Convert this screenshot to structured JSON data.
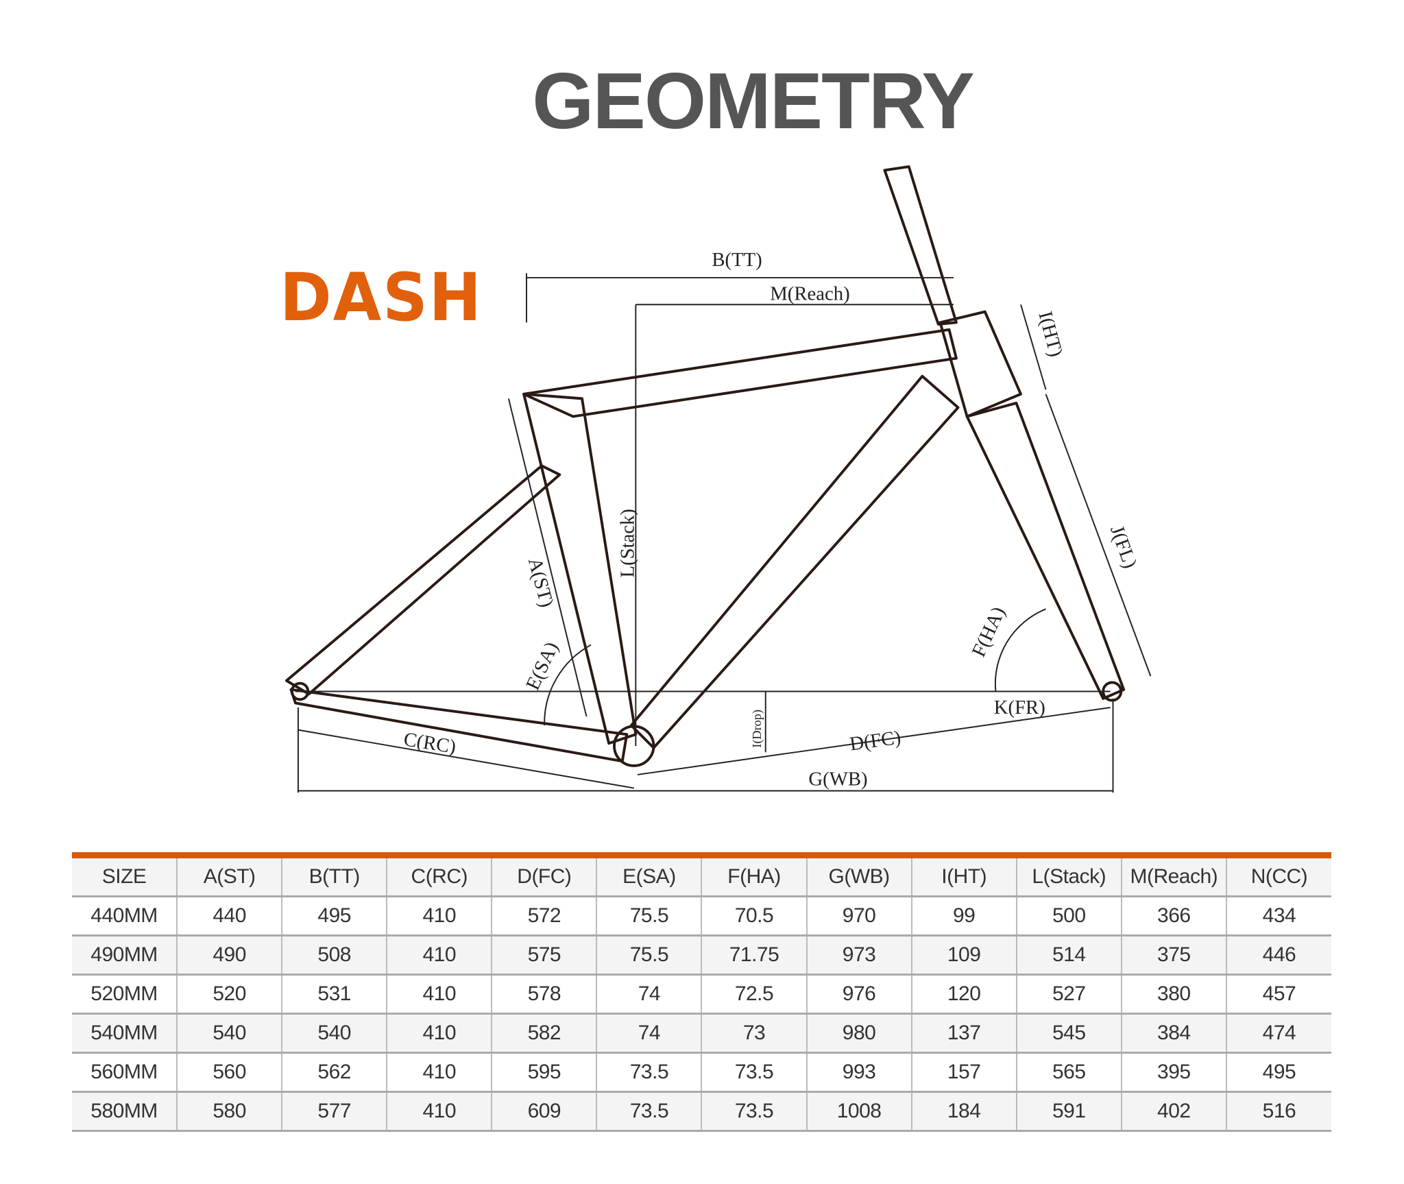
{
  "title": "GEOMETRY",
  "brand": "DASH",
  "colors": {
    "brand": "#e1600c",
    "title": "#555555",
    "rule": "#d65a08"
  },
  "diagram_labels": {
    "tt": "B(TT)",
    "reach": "M(Reach)",
    "stack": "L(Stack)",
    "st": "A(ST)",
    "ht": "I(HT)",
    "fl": "J(FL)",
    "ha": "F(HA)",
    "sa": "E(SA)",
    "fr": "K(FR)",
    "fc": "D(FC)",
    "rc": "C(RC)",
    "wb": "G(WB)",
    "drop": "I(Drop)"
  },
  "table": {
    "headers": [
      "SIZE",
      "A(ST)",
      "B(TT)",
      "C(RC)",
      "D(FC)",
      "E(SA)",
      "F(HA)",
      "G(WB)",
      "I(HT)",
      "L(Stack)",
      "M(Reach)",
      "N(CC)"
    ],
    "rows": [
      [
        "440MM",
        "440",
        "495",
        "410",
        "572",
        "75.5",
        "70.5",
        "970",
        "99",
        "500",
        "366",
        "434"
      ],
      [
        "490MM",
        "490",
        "508",
        "410",
        "575",
        "75.5",
        "71.75",
        "973",
        "109",
        "514",
        "375",
        "446"
      ],
      [
        "520MM",
        "520",
        "531",
        "410",
        "578",
        "74",
        "72.5",
        "976",
        "120",
        "527",
        "380",
        "457"
      ],
      [
        "540MM",
        "540",
        "540",
        "410",
        "582",
        "74",
        "73",
        "980",
        "137",
        "545",
        "384",
        "474"
      ],
      [
        "560MM",
        "560",
        "562",
        "410",
        "595",
        "73.5",
        "73.5",
        "993",
        "157",
        "565",
        "395",
        "495"
      ],
      [
        "580MM",
        "580",
        "577",
        "410",
        "609",
        "73.5",
        "73.5",
        "1008",
        "184",
        "591",
        "402",
        "516"
      ]
    ]
  }
}
